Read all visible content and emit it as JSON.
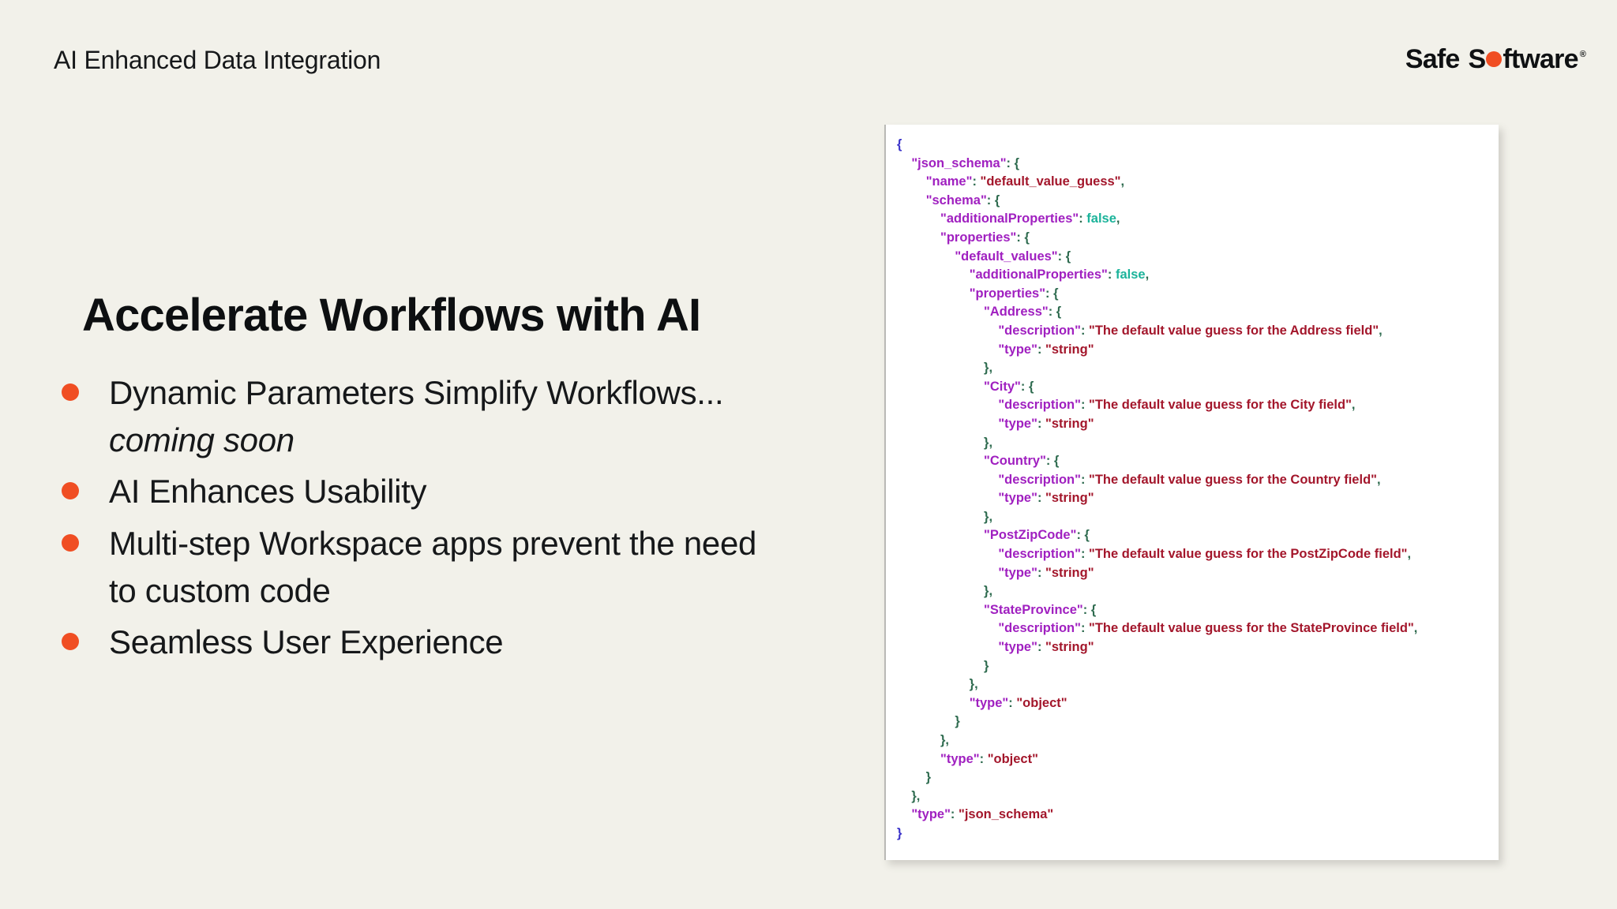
{
  "header": {
    "title": "AI Enhanced Data Integration",
    "brand": {
      "word1": "Safe",
      "word2_pre": "S",
      "word2_post": "ftware",
      "trademark": "®",
      "dot_color": "#F04E23"
    }
  },
  "main": {
    "headline": "Accelerate Workflows with AI",
    "bullets": [
      {
        "text": "Dynamic Parameters Simplify Workflows... ",
        "emphasis": "coming soon"
      },
      {
        "text": "AI Enhances Usability",
        "emphasis": ""
      },
      {
        "text": "Multi-step Workspace apps prevent the need to custom code",
        "emphasis": ""
      },
      {
        "text": "Seamless User Experience",
        "emphasis": ""
      }
    ]
  },
  "code_panel": {
    "language": "json",
    "lines": [
      [
        {
          "t": "{",
          "c": "brace0"
        }
      ],
      [
        {
          "t": "    ",
          "c": "plain"
        },
        {
          "t": "\"json_schema\"",
          "c": "key"
        },
        {
          "t": ": {",
          "c": "punct"
        }
      ],
      [
        {
          "t": "        ",
          "c": "plain"
        },
        {
          "t": "\"name\"",
          "c": "key"
        },
        {
          "t": ": ",
          "c": "punct"
        },
        {
          "t": "\"default_value_guess\"",
          "c": "str"
        },
        {
          "t": ",",
          "c": "punct"
        }
      ],
      [
        {
          "t": "        ",
          "c": "plain"
        },
        {
          "t": "\"schema\"",
          "c": "key"
        },
        {
          "t": ": {",
          "c": "punct"
        }
      ],
      [
        {
          "t": "            ",
          "c": "plain"
        },
        {
          "t": "\"additionalProperties\"",
          "c": "key"
        },
        {
          "t": ": ",
          "c": "punct"
        },
        {
          "t": "false",
          "c": "bool"
        },
        {
          "t": ",",
          "c": "punct"
        }
      ],
      [
        {
          "t": "            ",
          "c": "plain"
        },
        {
          "t": "\"properties\"",
          "c": "key"
        },
        {
          "t": ": {",
          "c": "punct"
        }
      ],
      [
        {
          "t": "                ",
          "c": "plain"
        },
        {
          "t": "\"default_values\"",
          "c": "key"
        },
        {
          "t": ": {",
          "c": "punct"
        }
      ],
      [
        {
          "t": "                    ",
          "c": "plain"
        },
        {
          "t": "\"additionalProperties\"",
          "c": "key"
        },
        {
          "t": ": ",
          "c": "punct"
        },
        {
          "t": "false",
          "c": "bool"
        },
        {
          "t": ",",
          "c": "punct"
        }
      ],
      [
        {
          "t": "                    ",
          "c": "plain"
        },
        {
          "t": "\"properties\"",
          "c": "key"
        },
        {
          "t": ": {",
          "c": "punct"
        }
      ],
      [
        {
          "t": "                        ",
          "c": "plain"
        },
        {
          "t": "\"Address\"",
          "c": "key"
        },
        {
          "t": ": {",
          "c": "punct"
        }
      ],
      [
        {
          "t": "                            ",
          "c": "plain"
        },
        {
          "t": "\"description\"",
          "c": "key"
        },
        {
          "t": ": ",
          "c": "punct"
        },
        {
          "t": "\"The default value guess for the Address field\"",
          "c": "str"
        },
        {
          "t": ",",
          "c": "punct"
        }
      ],
      [
        {
          "t": "                            ",
          "c": "plain"
        },
        {
          "t": "\"type\"",
          "c": "key"
        },
        {
          "t": ": ",
          "c": "punct"
        },
        {
          "t": "\"string\"",
          "c": "str"
        }
      ],
      [
        {
          "t": "                        },",
          "c": "punct"
        }
      ],
      [
        {
          "t": "                        ",
          "c": "plain"
        },
        {
          "t": "\"City\"",
          "c": "key"
        },
        {
          "t": ": {",
          "c": "punct"
        }
      ],
      [
        {
          "t": "                            ",
          "c": "plain"
        },
        {
          "t": "\"description\"",
          "c": "key"
        },
        {
          "t": ": ",
          "c": "punct"
        },
        {
          "t": "\"The default value guess for the City field\"",
          "c": "str"
        },
        {
          "t": ",",
          "c": "punct"
        }
      ],
      [
        {
          "t": "                            ",
          "c": "plain"
        },
        {
          "t": "\"type\"",
          "c": "key"
        },
        {
          "t": ": ",
          "c": "punct"
        },
        {
          "t": "\"string\"",
          "c": "str"
        }
      ],
      [
        {
          "t": "                        },",
          "c": "punct"
        }
      ],
      [
        {
          "t": "                        ",
          "c": "plain"
        },
        {
          "t": "\"Country\"",
          "c": "key"
        },
        {
          "t": ": {",
          "c": "punct"
        }
      ],
      [
        {
          "t": "                            ",
          "c": "plain"
        },
        {
          "t": "\"description\"",
          "c": "key"
        },
        {
          "t": ": ",
          "c": "punct"
        },
        {
          "t": "\"The default value guess for the Country field\"",
          "c": "str"
        },
        {
          "t": ",",
          "c": "punct"
        }
      ],
      [
        {
          "t": "                            ",
          "c": "plain"
        },
        {
          "t": "\"type\"",
          "c": "key"
        },
        {
          "t": ": ",
          "c": "punct"
        },
        {
          "t": "\"string\"",
          "c": "str"
        }
      ],
      [
        {
          "t": "                        },",
          "c": "punct"
        }
      ],
      [
        {
          "t": "                        ",
          "c": "plain"
        },
        {
          "t": "\"PostZipCode\"",
          "c": "key"
        },
        {
          "t": ": {",
          "c": "punct"
        }
      ],
      [
        {
          "t": "                            ",
          "c": "plain"
        },
        {
          "t": "\"description\"",
          "c": "key"
        },
        {
          "t": ": ",
          "c": "punct"
        },
        {
          "t": "\"The default value guess for the PostZipCode field\"",
          "c": "str"
        },
        {
          "t": ",",
          "c": "punct"
        }
      ],
      [
        {
          "t": "                            ",
          "c": "plain"
        },
        {
          "t": "\"type\"",
          "c": "key"
        },
        {
          "t": ": ",
          "c": "punct"
        },
        {
          "t": "\"string\"",
          "c": "str"
        }
      ],
      [
        {
          "t": "                        },",
          "c": "punct"
        }
      ],
      [
        {
          "t": "                        ",
          "c": "plain"
        },
        {
          "t": "\"StateProvince\"",
          "c": "key"
        },
        {
          "t": ": {",
          "c": "punct"
        }
      ],
      [
        {
          "t": "                            ",
          "c": "plain"
        },
        {
          "t": "\"description\"",
          "c": "key"
        },
        {
          "t": ": ",
          "c": "punct"
        },
        {
          "t": "\"The default value guess for the StateProvince field\"",
          "c": "str"
        },
        {
          "t": ",",
          "c": "punct"
        }
      ],
      [
        {
          "t": "                            ",
          "c": "plain"
        },
        {
          "t": "\"type\"",
          "c": "key"
        },
        {
          "t": ": ",
          "c": "punct"
        },
        {
          "t": "\"string\"",
          "c": "str"
        }
      ],
      [
        {
          "t": "                        }",
          "c": "punct"
        }
      ],
      [
        {
          "t": "                    },",
          "c": "punct"
        }
      ],
      [
        {
          "t": "                    ",
          "c": "plain"
        },
        {
          "t": "\"type\"",
          "c": "key"
        },
        {
          "t": ": ",
          "c": "punct"
        },
        {
          "t": "\"object\"",
          "c": "str"
        }
      ],
      [
        {
          "t": "                }",
          "c": "punct"
        }
      ],
      [
        {
          "t": "            },",
          "c": "punct"
        }
      ],
      [
        {
          "t": "            ",
          "c": "plain"
        },
        {
          "t": "\"type\"",
          "c": "key"
        },
        {
          "t": ": ",
          "c": "punct"
        },
        {
          "t": "\"object\"",
          "c": "str"
        }
      ],
      [
        {
          "t": "        }",
          "c": "punct"
        }
      ],
      [
        {
          "t": "    },",
          "c": "punct"
        }
      ],
      [
        {
          "t": "    ",
          "c": "plain"
        },
        {
          "t": "\"type\"",
          "c": "key"
        },
        {
          "t": ": ",
          "c": "punct"
        },
        {
          "t": "\"json_schema\"",
          "c": "str"
        }
      ],
      [
        {
          "t": "}",
          "c": "brace0"
        }
      ]
    ]
  },
  "colors": {
    "background": "#F2F1EA",
    "accent_orange": "#F04E23",
    "text_dark": "#16181A",
    "code_key": "#A020C0",
    "code_string": "#A3162B",
    "code_bool": "#1BB39A",
    "code_punct": "#2E6B4F",
    "code_outer_brace": "#3B33C9",
    "panel_background": "#FFFFFF"
  }
}
